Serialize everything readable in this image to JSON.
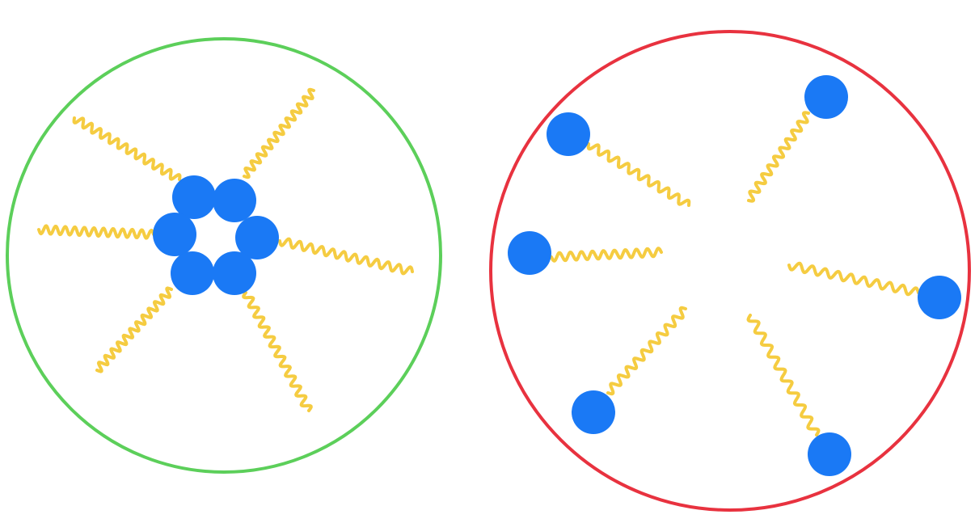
{
  "colors": {
    "background": "#ffffff",
    "left_circle": "#5ccf5a",
    "right_circle": "#e8323f",
    "head": "#1a79f5",
    "tail": "#f5cc41"
  },
  "panels": [
    {
      "name": "left",
      "arrangement": "clustered",
      "molecule_count": 6
    },
    {
      "name": "right",
      "arrangement": "dispersed",
      "molecule_count": 6
    }
  ]
}
